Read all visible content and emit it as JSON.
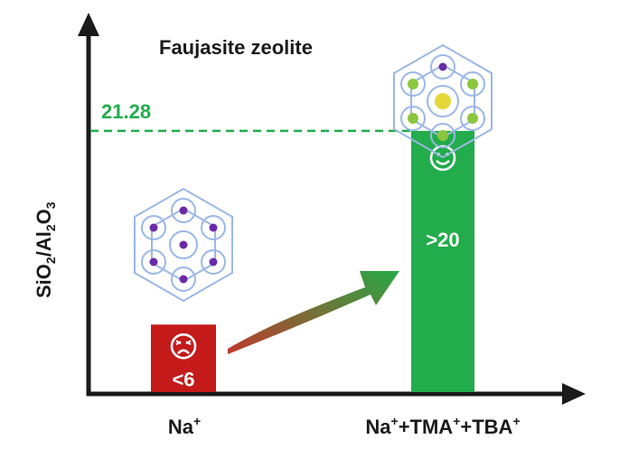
{
  "chart_data": {
    "type": "bar",
    "title": "Faujasite zeolite",
    "xlabel": "",
    "ylabel": "SiO2/Al2O3",
    "ylabel_parts": {
      "a": "SiO",
      "a_sub": "2",
      "slash": "/Al",
      "b_sub": "2",
      "c": "O",
      "c_sub": "3"
    },
    "categories": [
      {
        "base": "Na",
        "sup": "+"
      },
      {
        "base": "Na",
        "sup1": "+",
        "mid1": "+TMA",
        "sup2": "+",
        "mid2": "+TBA",
        "sup3": "+"
      }
    ],
    "values": [
      5.5,
      21.28
    ],
    "bar_labels": [
      "<6",
      ">20"
    ],
    "reference_line": {
      "value": 21.28,
      "label": "21.28",
      "style": "dashed"
    },
    "ylim": [
      0,
      29
    ],
    "grid": false,
    "legend": "none",
    "bar_icons": [
      "sad-face-icon",
      "smiley-face-icon"
    ],
    "trend_arrow": {
      "from": 0,
      "to": 1,
      "colors": [
        "#c0392b",
        "#27a845"
      ]
    }
  },
  "colors": {
    "axis": "#1a1a1a",
    "bar1": "#c41a1a",
    "bar2": "#22ac4b",
    "ref_line": "#22ac4b",
    "text": "#1a1a1a",
    "bar_text": "#ffffff",
    "zeolite_frame": "#9bb8e6",
    "cation_na": "#6a2aa8",
    "cation_tma": "#8cc63f",
    "cation_tba": "#e6d83a"
  }
}
